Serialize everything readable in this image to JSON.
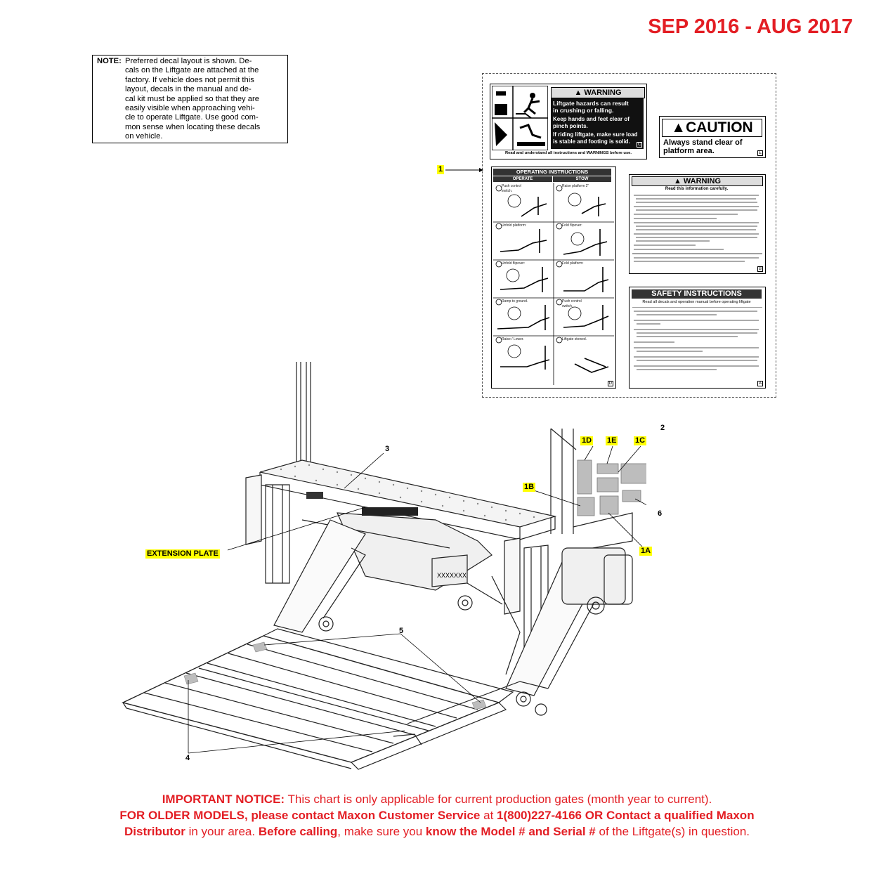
{
  "header": {
    "date_range": "SEP 2016 - AUG 2017"
  },
  "note": {
    "label": "NOTE:",
    "lines": [
      "Preferred decal layout is shown. De-",
      "cals on the Liftgate are attached at the",
      "factory. If vehicle does not permit this",
      "layout, decals in the manual and de-",
      "cal kit must be applied so that they are",
      "easily visible when approaching vehi-",
      "cle to operate Liftgate. Use good com-",
      "mon sense when locating these decals",
      "on vehicle."
    ]
  },
  "decals": {
    "warning_top": {
      "title": "WARNING",
      "lines": [
        "Liftgate hazards can result",
        "in crushing or falling."
      ],
      "lines2": [
        "Keep hands and feet clear of",
        "pinch points."
      ],
      "lines3": [
        "If riding liftgate, make sure load",
        "is stable and footing is solid."
      ],
      "footer": "Read and understand all instructions and WARNINGS before use.",
      "code": "C"
    },
    "caution": {
      "title": "CAUTION",
      "lines": [
        "Always stand clear of",
        "platform area."
      ],
      "code": "E"
    },
    "operating": {
      "title": "OPERATING INSTRUCTIONS",
      "col1": "OPERATE",
      "col2": "STOW",
      "steps_left": [
        "Push control switch.",
        "Unfold platform:",
        "Unfold flipover:",
        "Ramp to ground.",
        "Raise / Lower."
      ],
      "steps_right": [
        "Raise platform 2\"",
        "Fold flipover:",
        "Fold platform:",
        "Push control switch.",
        "Liftgate stowed."
      ],
      "code": "D"
    },
    "warning_mid": {
      "title": "WARNING",
      "subtitle": "Read this information carefully.",
      "code": "B"
    },
    "safety": {
      "title": "SAFETY INSTRUCTIONS",
      "subtitle": "Read all decals and operation manual before operating liftgate",
      "code": "A"
    }
  },
  "callouts": {
    "c1": "1",
    "c1a": "1A",
    "c1b": "1B",
    "c1c": "1C",
    "c1d": "1D",
    "c1e": "1E",
    "c2": "2",
    "c3": "3",
    "c4": "4",
    "c5": "5",
    "c6": "6",
    "extension_plate": "EXTENSION PLATE"
  },
  "plate_text": "XXXXXXX",
  "notice": {
    "l1_bold": "IMPORTANT NOTICE:",
    "l1_rest": " This chart is only applicable for current production gates (month year to current).",
    "l2_bold1": "FOR OLDER MODELS, please contact Maxon Customer Service",
    "l2_mid": " at ",
    "l2_bold2": "1(800)227-4166 OR Contact a qualified Maxon",
    "l3_bold1": "Distributor",
    "l3_mid1": " in your area. ",
    "l3_bold2": "Before calling",
    "l3_mid2": ", make sure you ",
    "l3_bold3": "know the Model # and Serial #",
    "l3_end": " of the Liftgate(s) in question."
  },
  "colors": {
    "accent_red": "#e31e24",
    "callout_yellow": "#ffff00"
  }
}
